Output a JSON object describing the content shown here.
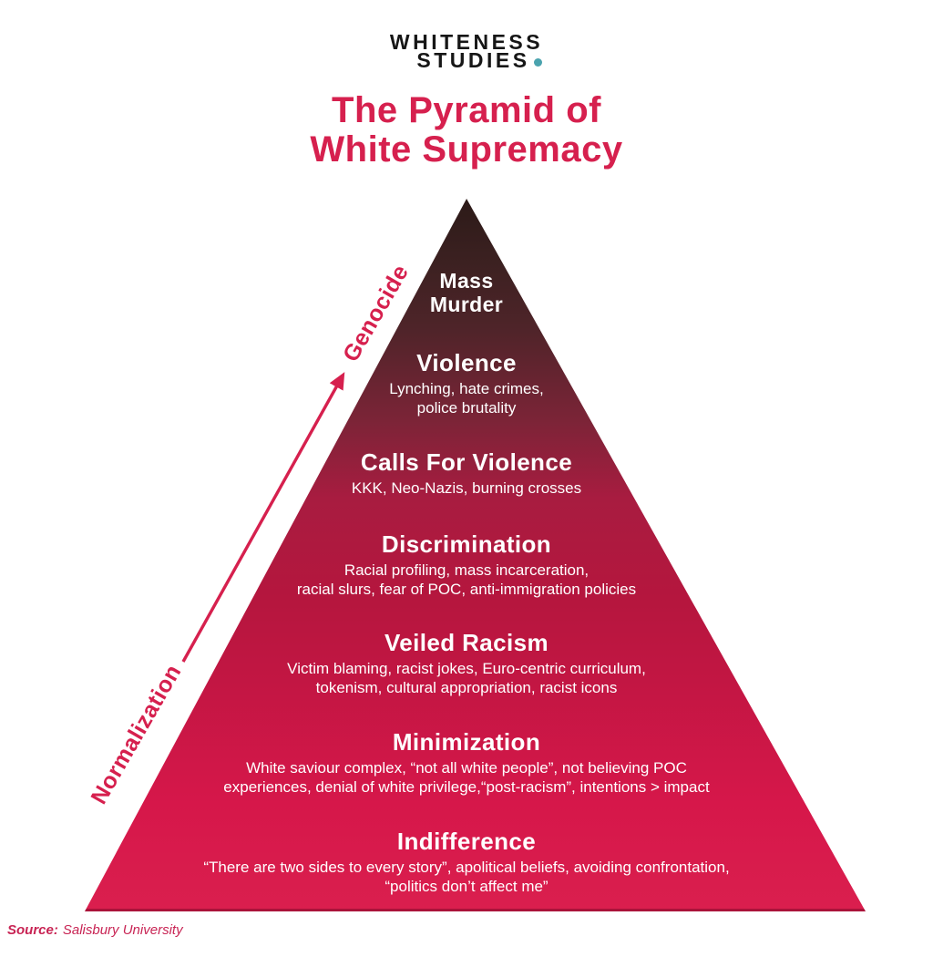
{
  "logo": {
    "line1": "WHITENESS",
    "line2": "STUDIES",
    "dot_color": "#4aa3ae",
    "text_color": "#161616"
  },
  "title": {
    "line1": "The Pyramid of",
    "line2": "White Supremacy",
    "color": "#d6204e"
  },
  "arrow": {
    "top_label": "Genocide",
    "bottom_label": "Normalization",
    "color": "#d6204e"
  },
  "pyramid": {
    "gradient_top_color": "#2c1a18",
    "gradient_bottom_color": "#da1f4e",
    "text_color": "#ffffff",
    "tiers": [
      {
        "title": "Mass\nMurder",
        "description": ""
      },
      {
        "title": "Violence",
        "description": "Lynching, hate crimes,\npolice brutality"
      },
      {
        "title": "Calls For Violence",
        "description": "KKK, Neo-Nazis, burning crosses"
      },
      {
        "title": "Discrimination",
        "description": "Racial profiling, mass incarceration,\nracial slurs, fear of POC, anti-immigration policies"
      },
      {
        "title": "Veiled Racism",
        "description": "Victim blaming, racist jokes, Euro-centric curriculum,\ntokenism, cultural appropriation, racist icons"
      },
      {
        "title": "Minimization",
        "description": "White saviour complex, “not all white people”, not believing POC\nexperiences, denial of white privilege,“post-racism”, intentions > impact"
      },
      {
        "title": "Indifference",
        "description": "“There are two sides to every story”, apolitical beliefs, avoiding confrontation,\n“politics don’t affect me”"
      }
    ]
  },
  "source": {
    "label": "Source:",
    "text": "Salisbury University"
  }
}
